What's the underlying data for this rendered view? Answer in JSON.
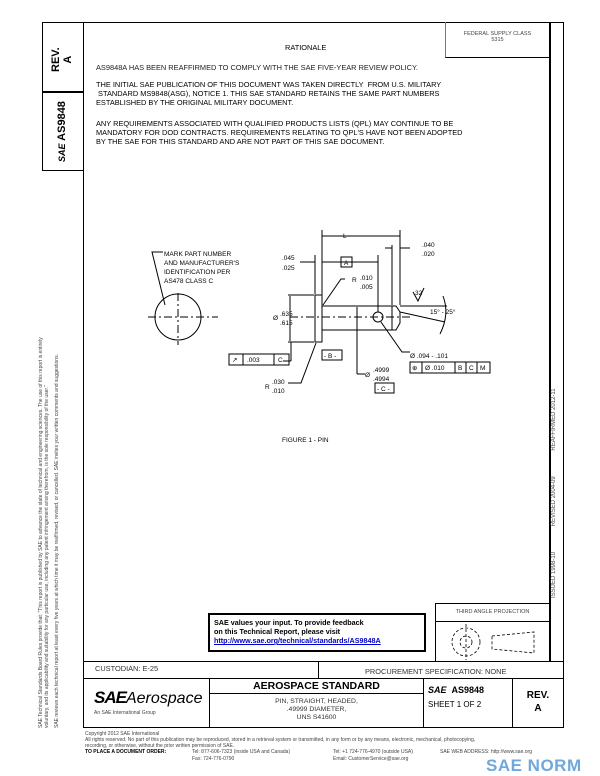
{
  "side_block": {
    "rev_label": "REV.",
    "rev_value": "A",
    "sae_mark": "SAE",
    "doc_number": "AS9848"
  },
  "left_margin_notice": [
    "SAE Technical Standards Board Rules provide that: \"This report is published by SAE to advance the state of technical and engineering sciences. The use of this report is entirely",
    "voluntary, and its applicability and suitability for any particular use, including any patent infringement arising therefrom, is the sole responsibility of the user.\"",
    "SAE reviews each technical report at least every five years at which time it may be reaffirmed, revised, or cancelled. SAE invites your written comments and suggestions."
  ],
  "federal_supply_class": {
    "label": "FEDERAL SUPPLY CLASS",
    "value": "5315"
  },
  "rationale": {
    "heading": "RATIONALE",
    "paragraphs": [
      "AS9848A HAS BEEN REAFFIRMED TO COMPLY WITH THE SAE FIVE-YEAR REVIEW POLICY.",
      "THE INITIAL SAE PUBLICATION OF THIS DOCUMENT WAS TAKEN DIRECTLY  FROM U.S. MILITARY\n STANDARD MS9848(ASG), NOTICE 1. THIS SAE STANDARD RETAINS THE SAME PART NUMBERS\nESTABLISHED BY THE ORIGINAL MILITARY DOCUMENT.",
      "ANY REQUIREMENTS ASSOCIATED WITH QUALIFIED PRODUCTS LISTS (QPL) MAY CONTINUE TO BE\nMANDATORY FOR DOD CONTRACTS. REQUIREMENTS RELATING TO QPL'S HAVE NOT BEEN ADOPTED\nBY THE SAE FOR THIS STANDARD AND ARE NOT PART OF THIS SAE DOCUMENT."
    ]
  },
  "figure": {
    "caption": "FIGURE 1 - PIN",
    "marking_note": [
      "MARK PART NUMBER",
      "AND MANUFACTURER'S",
      "IDENTIFICATION PER",
      "AS478 CLASS C"
    ],
    "dims": {
      "L": "L",
      "head_thk": [
        ".045",
        ".025"
      ],
      "A": "A",
      "fillet": [
        "R",
        ".010",
        ".005"
      ],
      "chamfer_len": [
        ".040",
        ".020"
      ],
      "finish": "32",
      "angle": "15° - 25°",
      "head_dia": [
        "Ø",
        ".635",
        ".615"
      ],
      "runout": [
        "↗",
        ".003",
        "C"
      ],
      "datum_b": "- B -",
      "hole": "Ø .094 - .101",
      "position": [
        "⊕",
        "Ø .010",
        "B",
        "C",
        "M"
      ],
      "shank_dia": [
        "Ø",
        ".4999",
        ".4994"
      ],
      "datum_c": "- C -",
      "under_head_r": [
        "R",
        ".030",
        ".010"
      ]
    }
  },
  "dates": {
    "issued": "ISSUED 1998-10",
    "revised": "REVISED 2004-09",
    "reaffirmed": "REAFFIRMED 2012-11"
  },
  "feedback": {
    "line1": "SAE values your input. To provide feedback",
    "line2": "on this Technical Report, please visit",
    "url": "http://www.sae.org/technical/standards/AS9848A"
  },
  "projection": {
    "label": "THIRD ANGLE PROJECTION"
  },
  "custodian": "CUSTODIAN: E-25",
  "procurement": "PROCUREMENT SPECIFICATION: NONE",
  "title_block": {
    "logo_sae": "SAE",
    "logo_aerospace": "Aerospace",
    "logo_tagline": "An SAE International Group",
    "heading": "AEROSPACE STANDARD",
    "title_lines": [
      "PIN, STRAIGHT, HEADED,",
      ".49999 DIAMETER,",
      "UNS S41600"
    ],
    "doc_number": "AS9848",
    "sheet": "SHEET 1 OF 2",
    "rev_label": "REV.",
    "rev_value": "A"
  },
  "footer": {
    "copyright": "Copyright 2012 SAE International",
    "rights": "All rights reserved. No part of this publication may be reproduced, stored in a retrieval system or transmitted, in any form or by any means, electronic, mechanical, photocopying,",
    "rights2": "recording, or otherwise, without the prior written permission of SAE.",
    "order_label": "TO PLACE A DOCUMENT ORDER:",
    "tel_us": "Tel:  877-606-7323 (inside USA and Canada)",
    "fax": "Fax: 724-776-0790",
    "tel_intl": "Tel:  +1 724-776-4970 (outside USA)",
    "email": "Email: CustomerService@sae.org",
    "web": "SAE WEB ADDRESS: http://www.sae.org"
  },
  "watermark": {
    "text": "SAE NORM",
    "color": "#6fa8dc"
  }
}
